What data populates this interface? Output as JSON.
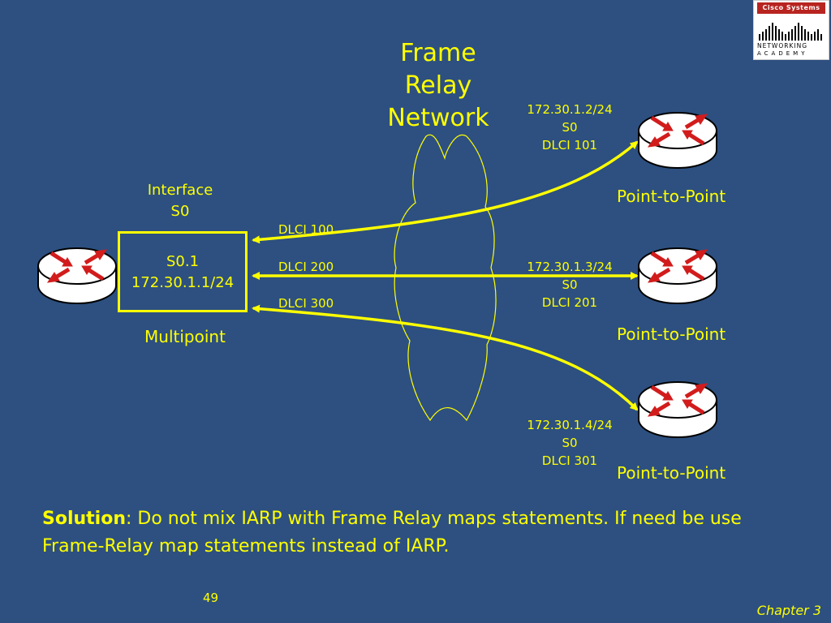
{
  "cloud": {
    "title_lines": [
      "Frame",
      "Relay",
      "Network"
    ]
  },
  "hub": {
    "interface_lines": [
      "Interface",
      "S0"
    ],
    "subinterface_lines": [
      "S0.1",
      "172.30.1.1/24"
    ],
    "mode": "Multipoint"
  },
  "links": [
    {
      "dlci_label": "DLCI 100"
    },
    {
      "dlci_label": "DLCI 200"
    },
    {
      "dlci_label": "DLCI 300"
    }
  ],
  "spokes": [
    {
      "addr_lines": [
        "172.30.1.2/24",
        "S0",
        "DLCI 101"
      ],
      "mode": "Point-to-Point"
    },
    {
      "addr_lines": [
        "172.30.1.3/24",
        "S0",
        "DLCI 201"
      ],
      "mode": "Point-to-Point"
    },
    {
      "addr_lines": [
        "172.30.1.4/24",
        "S0",
        "DLCI 301"
      ],
      "mode": "Point-to-Point"
    }
  ],
  "solution": {
    "label": "Solution",
    "text": ": Do not mix IARP with Frame Relay maps statements.  If need be use Frame-Relay map statements instead of IARP."
  },
  "footer": {
    "page_number": "49",
    "chapter": "Chapter 3"
  },
  "logo": {
    "brand": "Cisco Systems",
    "line1": "NETWORKING",
    "line2": "ACADEMY"
  },
  "colors": {
    "background": "#2d5080",
    "accent": "#ffff00",
    "router_fill": "#ffffff",
    "router_arrows": "#d21c1c"
  }
}
